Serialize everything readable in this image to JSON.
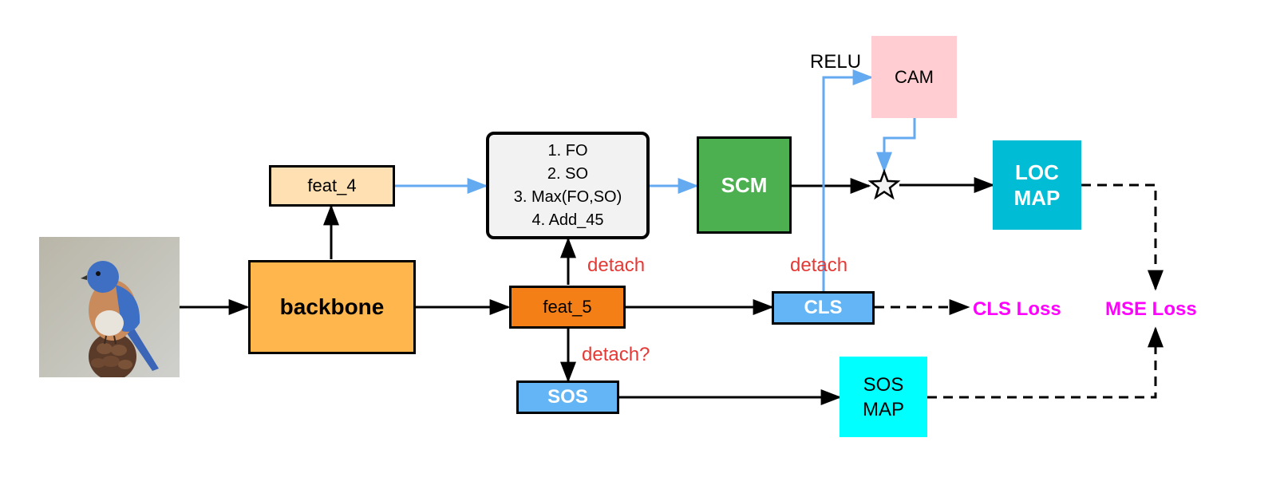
{
  "nodes": {
    "backbone": "backbone",
    "feat_4": "feat_4",
    "feat_5": "feat_5",
    "fusion_options": [
      "1. FO",
      "2. SO",
      "3. Max(FO,SO)",
      "4. Add_45"
    ],
    "scm": "SCM",
    "cam": "CAM",
    "loc_map": [
      "LOC",
      "MAP"
    ],
    "cls": "CLS",
    "sos": "SOS",
    "sos_map": [
      "SOS",
      "MAP"
    ]
  },
  "edge_labels": {
    "detach_feat5_up": "detach",
    "detach_cls": "detach",
    "detach_sos": "detach?",
    "relu": "RELU"
  },
  "losses": {
    "cls_loss": "CLS Loss",
    "mse_loss": "MSE Loss"
  },
  "colors": {
    "backbone": "#FFB74D",
    "feat_4": "#FFE0B2",
    "feat_5": "#F57F17",
    "fusion": "#F2F2F2",
    "scm": "#4CAF50",
    "cam": "#FFCDD2",
    "loc_map": "#00BCD4",
    "cls": "#64B5F6",
    "sos": "#64B5F6",
    "sos_map": "#00FFFF",
    "blue_arrow": "#64AAF0",
    "detach_text": "#E53935",
    "loss_text": "#FF00FF"
  }
}
